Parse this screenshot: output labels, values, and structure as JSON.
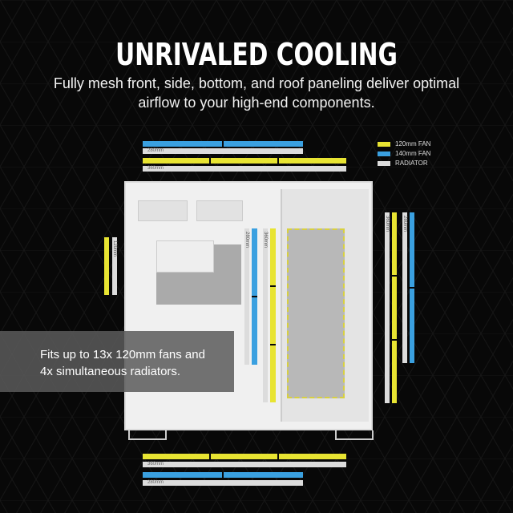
{
  "title": "UNRIVALED COOLING",
  "subtitle": [
    "Fully mesh front, side, bottom, and roof paneling deliver optimal",
    "airflow to your high-end components."
  ],
  "legend": [
    {
      "label": "120mm FAN",
      "color": "#e8e432"
    },
    {
      "label": "140mm FAN",
      "color": "#3aa0e0"
    },
    {
      "label": "RADIATOR",
      "color": "#dcdcdc"
    }
  ],
  "radiators": {
    "top_280": "280mm",
    "top_360": "360mm",
    "side_120": "120mm",
    "interior_280": "280mm",
    "interior_360": "360mm",
    "front_360": "360mm",
    "front_280": "280mm",
    "bottom_360": "360mm",
    "bottom_280": "280mm"
  },
  "callout": [
    "Fits up to 13x 120mm fans and",
    "4x simultaneous radiators."
  ]
}
